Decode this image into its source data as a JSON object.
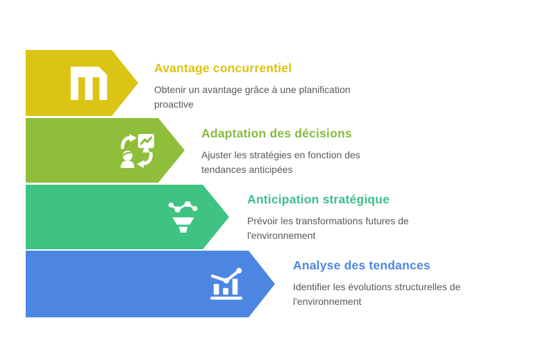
{
  "canvas": {
    "background": "#ffffff",
    "description_text_color": "#585858"
  },
  "items": [
    {
      "title": "Avantage concurrentiel",
      "description": "Obtenir un avantage grâce à une planification\nproactive",
      "arrow_color": "#dcc414",
      "title_color": "#dcc30e",
      "icon": "podium-columns-icon"
    },
    {
      "title": "Adaptation des décisions",
      "description": "Ajuster les stratégies en fonction des\ntendances anticipées",
      "arrow_color": "#8ebe3a",
      "title_color": "#87ba40",
      "icon": "person-screen-sync-icon"
    },
    {
      "title": "Anticipation stratégique",
      "description": "Prévoir les transformations futures de\nl'environnement",
      "arrow_color": "#3ec383",
      "title_color": "#3bc089",
      "icon": "network-funnel-icon"
    },
    {
      "title": "Analyse des tendances",
      "description": "Identifier les évolutions structurelles de\nl'environnement",
      "arrow_color": "#4d86e2",
      "title_color": "#4c86e0",
      "icon": "trend-bar-chart-icon"
    }
  ]
}
